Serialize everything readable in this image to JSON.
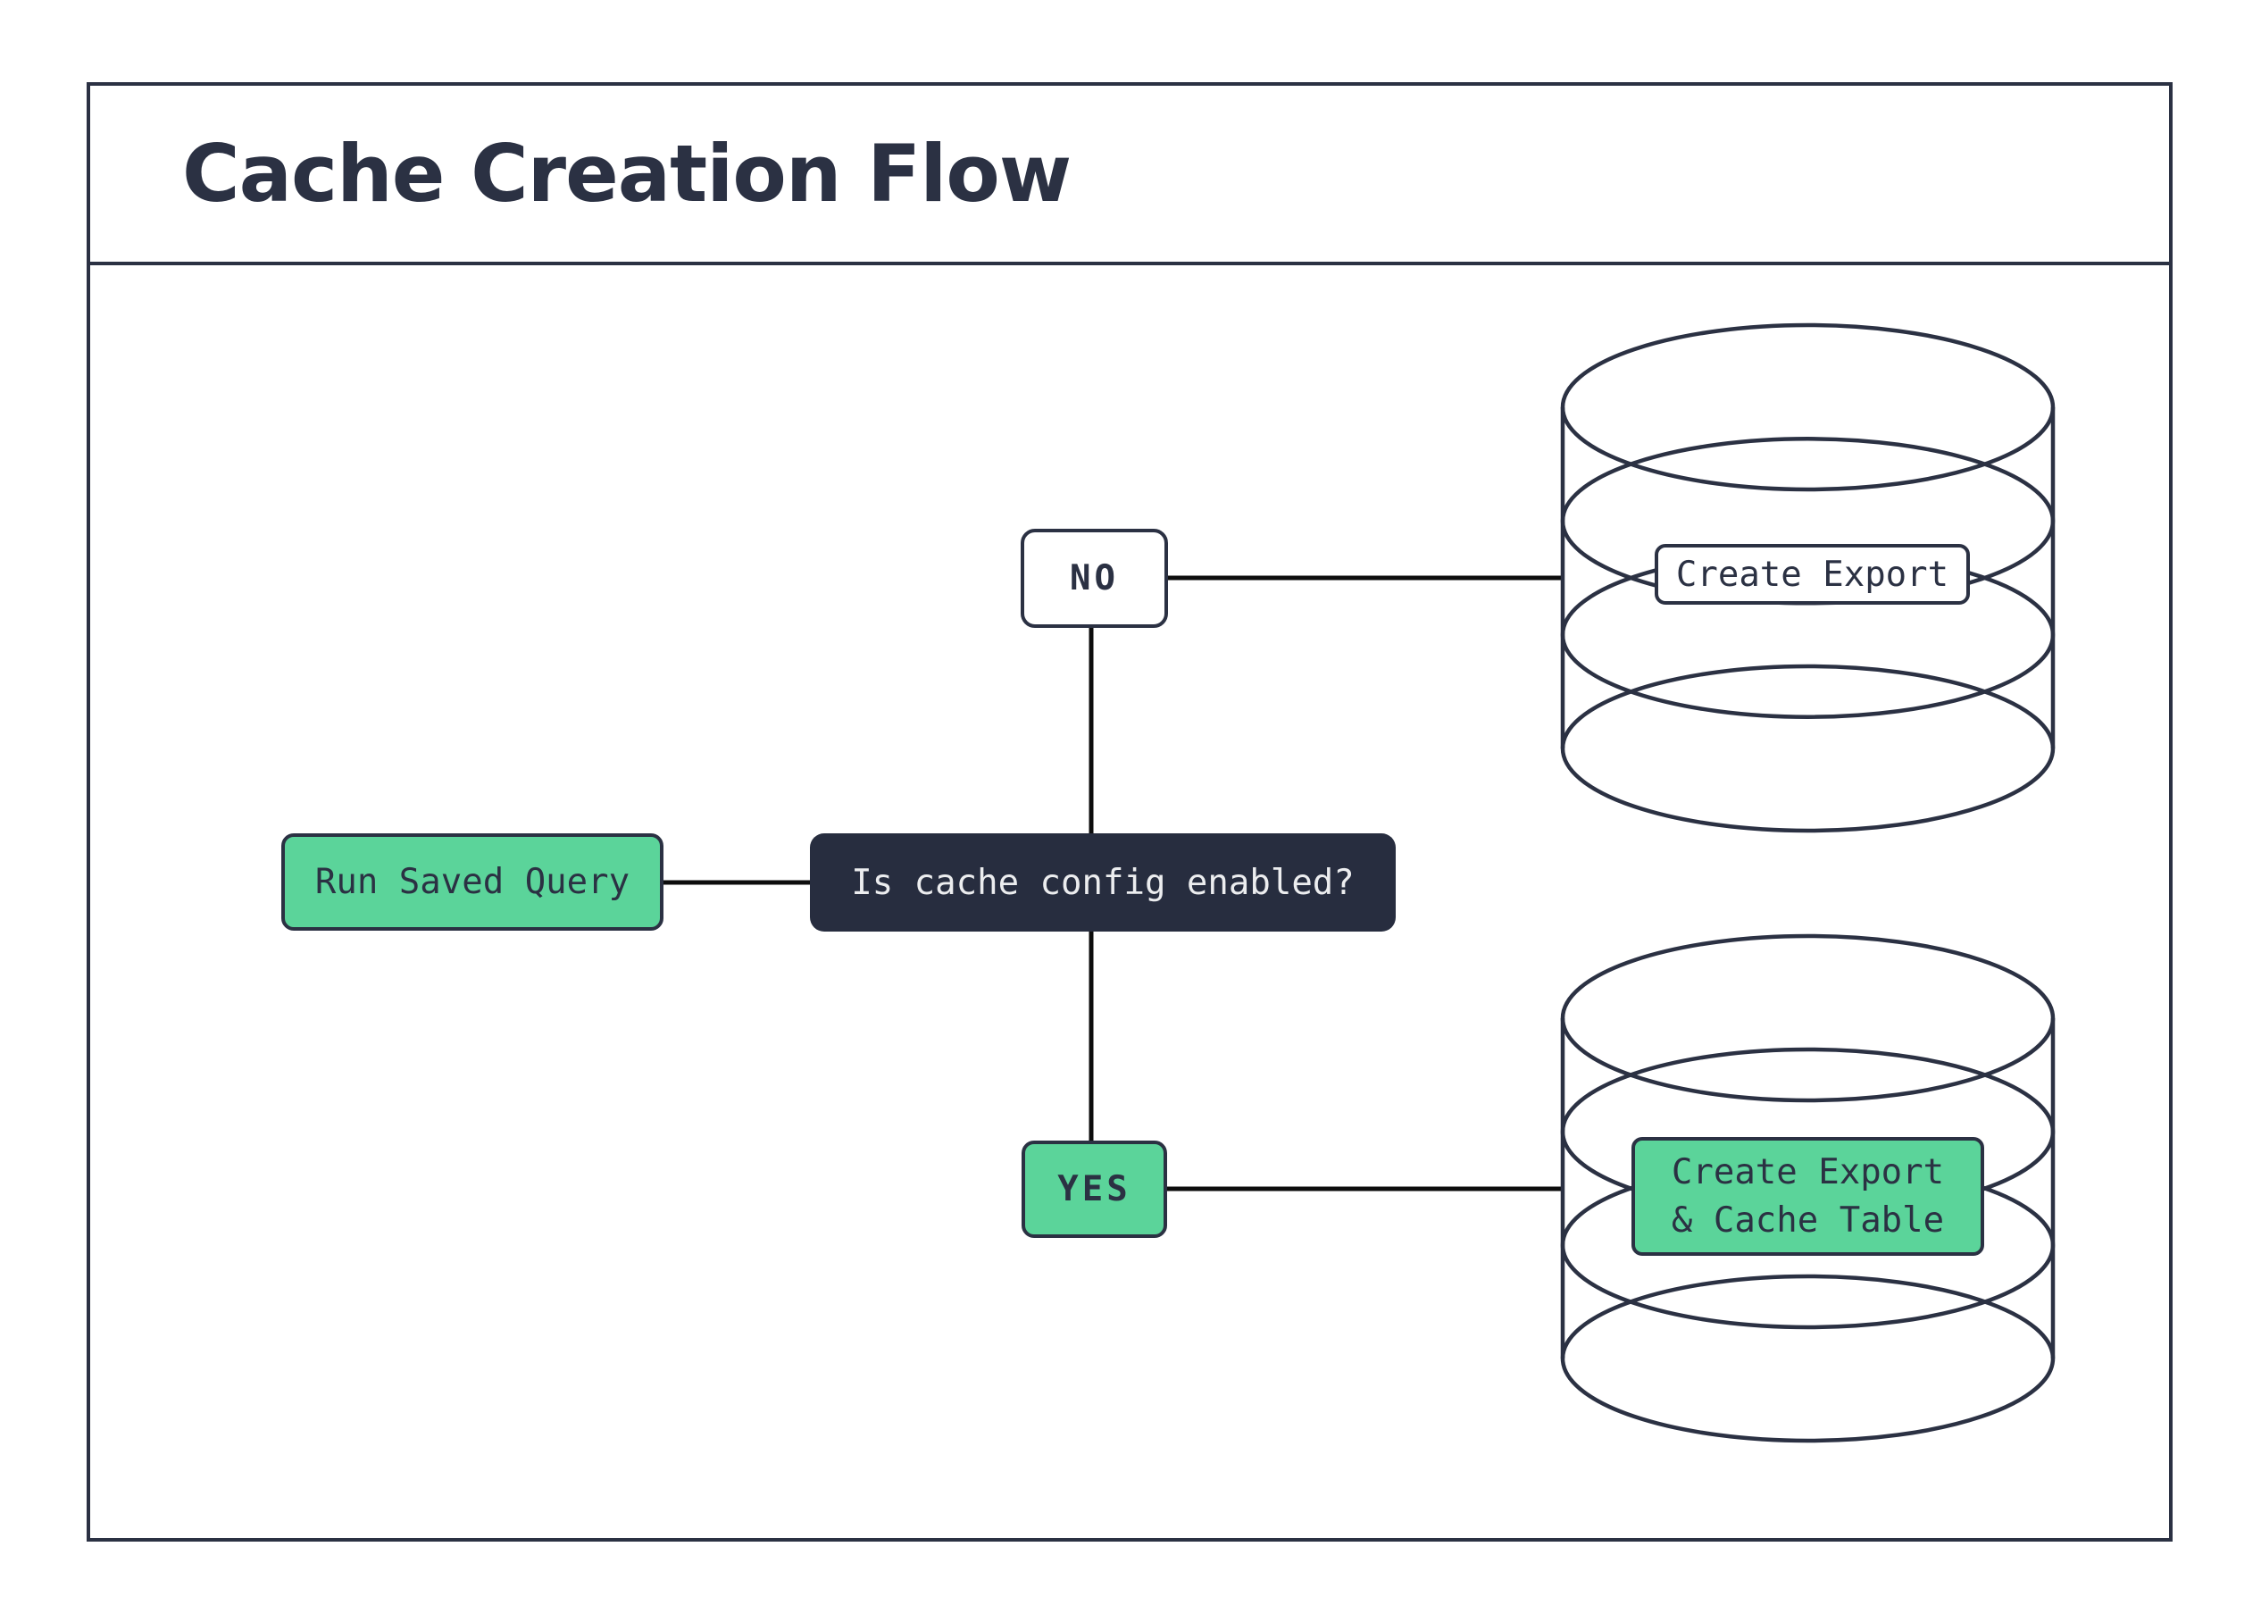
{
  "header": {
    "title": "Cache Creation Flow"
  },
  "nodes": {
    "run_saved_query": {
      "label": "Run Saved Query"
    },
    "decision": {
      "label": "Is cache config enabled?"
    },
    "no_branch": {
      "label": "NO"
    },
    "yes_branch": {
      "label": "YES"
    },
    "create_export": {
      "label": "Create Export"
    },
    "create_export_cache": {
      "line1": "Create Export",
      "line2": "& Cache Table"
    }
  },
  "icons": {
    "database_top": "database-cylinder-icon",
    "database_bottom": "database-cylinder-icon"
  },
  "colors": {
    "ink": "#2b3143",
    "line": "#0d0d0d",
    "green": "#5bd49a",
    "navy": "#272d3f",
    "paper": "#ffffff",
    "light_text": "#ecedef"
  }
}
